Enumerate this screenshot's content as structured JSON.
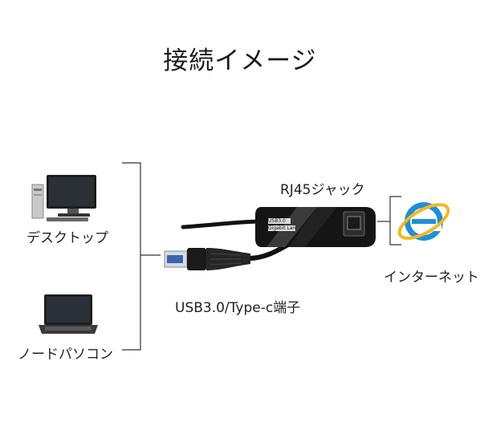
{
  "title": "接続イメージ",
  "labels": {
    "desktop": "デスクトップ",
    "laptop": "ノードパソコン",
    "rj45": "RJ45ジャック",
    "usb": "USB3.0/Type-c端子",
    "internet": "インターネット",
    "adapter_line1": "USB3.0",
    "adapter_line2": "Gigabit Lan"
  },
  "colors": {
    "ie_blue": "#1f8fd8",
    "ie_ring": "#f2b824",
    "cable": "#111111"
  },
  "icons": [
    "desktop-pc-icon",
    "laptop-icon",
    "ethernet-adapter-icon",
    "internet-explorer-icon"
  ]
}
